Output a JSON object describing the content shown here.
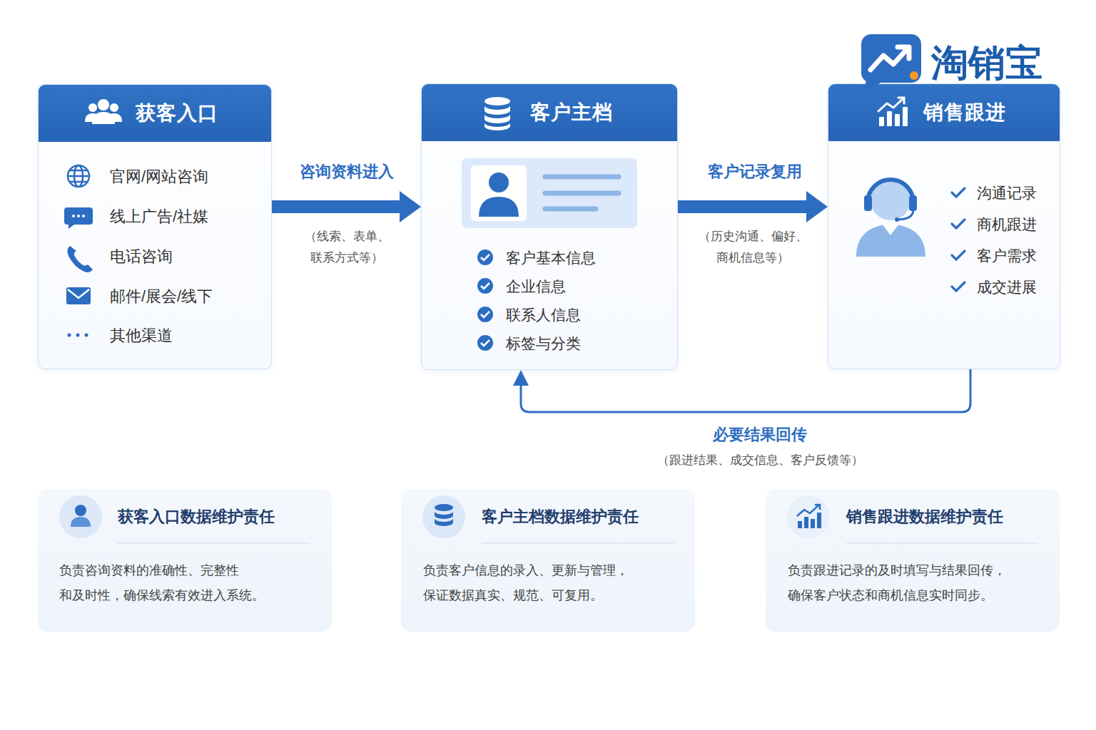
{
  "diagram": {
    "nodes": [
      {
        "text": [
          "获客入口",
          "官网/网站咨询",
          "线上广告/社媒",
          "电话咨询",
          "邮件/展会/线下",
          "其他渠道"
        ]
      },
      {
        "text": [
          "客户主档",
          "客户基本信息",
          "企业信息",
          "联系人信息",
          "标签与分类"
        ]
      },
      {
        "text": [
          "销售跟进",
          "沟通记录",
          "商机跟进",
          "客户需求",
          "成交进展"
        ]
      },
      {
        "text": [
          "获客入口数据维护责任",
          "负责咨询资料的准确性、完整性 和及时性，确保线索有效进入系统。"
        ]
      },
      {
        "text": [
          "客户主档数据维护责任",
          "负责客户信息的录入、更新与管理， 保证数据真实、规范、可复用。"
        ]
      },
      {
        "text": [
          "销售跟进数据维护责任",
          "负责跟进记录的及时填写与结果回传， 确保客户状态和商机信息实时同步。"
        ]
      }
    ],
    "edges": [
      {
        "from": 0,
        "to": 1,
        "label": "咨询资料进入",
        "arrow": "to"
      },
      {
        "from": 1,
        "to": 2,
        "label": "客户记录复用",
        "arrow": "to"
      },
      {
        "from": 2,
        "to": 1,
        "label": "必要结果回传",
        "arrow": "to"
      }
    ],
    "labels": [
      "淘销宝",
      "（线索、表单、 联系方式等）",
      "（历史沟通、偏好、 商机信息等）",
      "（跟进结果、成交信息、客户反馈等）"
    ]
  }
}
